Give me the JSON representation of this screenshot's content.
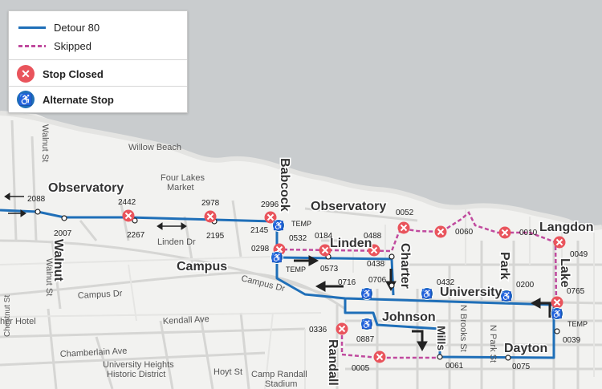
{
  "legend": {
    "detour": "Detour 80",
    "skipped": "Skipped",
    "stop_closed": "Stop Closed",
    "alternate_stop": "Alternate Stop"
  },
  "colors": {
    "detour": "#1f6fb8",
    "skipped": "#c04a9e",
    "closed": "#e9545c",
    "alternate": "#1f6fb8",
    "water": "#c9ccce",
    "land": "#f2f2f0"
  },
  "places": {
    "willow_beach": "Willow Beach",
    "four_lakes_1": "Four Lakes",
    "four_lakes_2": "Market",
    "linden_dr": "Linden Dr",
    "campus_dr_1": "Campus Dr",
    "campus_dr_2": "Campus Dr",
    "kendall_ave": "Kendall Ave",
    "chamberlain_ave": "Chamberlain Ave",
    "heights_1": "University Heights",
    "heights_2": "Historic District",
    "hoyt_st": "Hoyt St",
    "camp_randall_1": "Camp Randall",
    "camp_randall_2": "Stadium",
    "walnut_st_1": "Walnut St",
    "walnut_st_2": "Walnut St",
    "chestnut_st": "Chestnut St",
    "n_brooks_st": "N Brooks St",
    "n_park_st": "N Park St",
    "hotel": "her Hotel"
  },
  "streets": {
    "observatory_1": "Observatory",
    "observatory_2": "Observatory",
    "walnut": "Walnut",
    "babcock": "Babcock",
    "linden": "Linden",
    "campus": "Campus",
    "charter": "Charter",
    "park": "Park",
    "university": "University",
    "langdon": "Langdon",
    "lake": "Lake",
    "johnson": "Johnson",
    "randall": "Randall",
    "mills": "Mills",
    "dayton": "Dayton"
  },
  "stops": {
    "s2088": "2088",
    "s2007": "2007",
    "s2442": "2442",
    "s2267": "2267",
    "s2978": "2978",
    "s2195": "2195",
    "s2996": "2996",
    "s2145": "2145",
    "s0532": "0532",
    "s0184": "0184",
    "s0488": "0488",
    "s0298": "0298",
    "s0573": "0573",
    "s0438": "0438",
    "s0706": "0706",
    "s0716": "0716",
    "s0052": "0052",
    "s0060": "0060",
    "s0010": "0010",
    "s0049": "0049",
    "s0765": "0765",
    "s0432": "0432",
    "s0200": "0200",
    "s0336": "0336",
    "s0887": "0887",
    "s0005": "0005",
    "s0061": "0061",
    "s0075": "0075",
    "s0039": "0039"
  },
  "temp_labels": {
    "t1": "TEMP",
    "t2": "TEMP",
    "t3": "TEMP"
  }
}
